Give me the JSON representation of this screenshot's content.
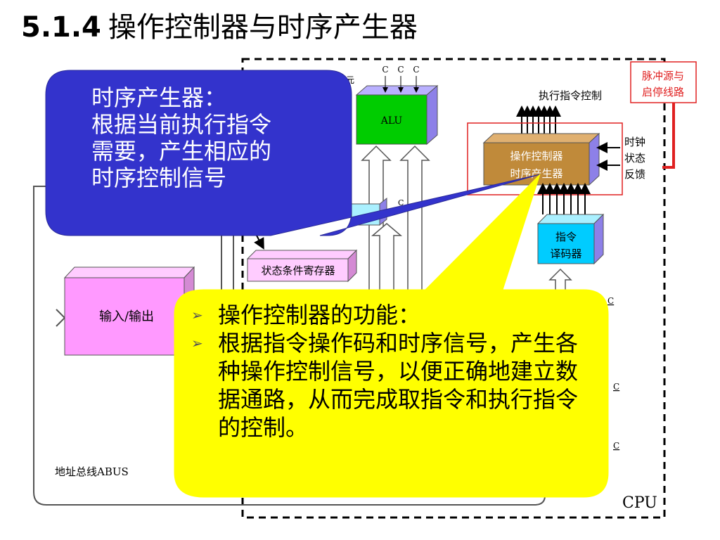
{
  "slide": {
    "title_num": "5.1.4",
    "title_text": "操作控制器与时序产生器"
  },
  "diagram": {
    "c": "C",
    "alu": "ALU",
    "exec_ctrl": "执行指令控制",
    "pulse_line1": "脉冲源与",
    "pulse_line2": "启停线路",
    "ctrl_line1": "操作控制器",
    "ctrl_line2": "时序产生器",
    "clock": "时钟",
    "state": "状态",
    "feedback": "反馈",
    "decoder_line1": "指令",
    "decoder_line2": "译码器",
    "status_reg": "状态条件寄存器",
    "io": "输入/输出",
    "abus": "地址总线ABUS",
    "cpu": "CPU",
    "tick_a": "元"
  },
  "callout_blue": {
    "line1": "时序产生器：",
    "line2": "根据当前执行指令",
    "line3": "需要，产生相应的",
    "line4": "时序控制信号"
  },
  "callout_yellow": {
    "bullet1": "操作控制器的功能：",
    "bullet2": "根据指令操作码和时序信号，产生各种操作控制信号，以便正确地建立数据通路，从而完成取指令和执行指令的控制。"
  },
  "colors": {
    "blue_callout": "#3333cc",
    "yellow_callout": "#ffff00",
    "alu_green": "#00cc00",
    "controller_brown": "#c08a3a",
    "decoder_cyan": "#00ccff",
    "io_pink": "#ff99ff",
    "status_pink": "#ffccff",
    "red": "#e02020"
  }
}
